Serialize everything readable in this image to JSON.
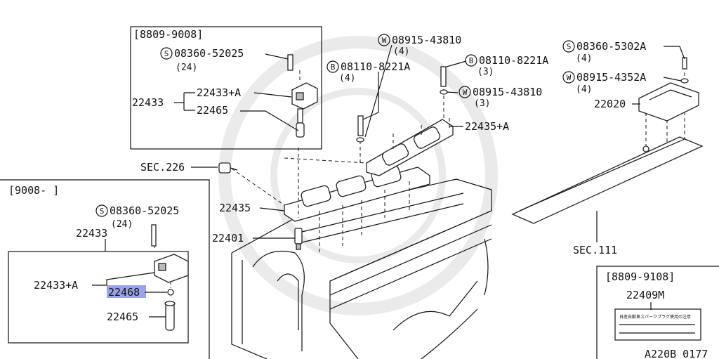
{
  "inset_top": {
    "range": "[8809-9008]",
    "bolt_code": "08360-52025",
    "bolt_qty": "(24)",
    "main_part": "22433",
    "coil": "22433+A",
    "boot": "22465",
    "prefix_s": "S"
  },
  "inset_left": {
    "range": "[9008-   ]",
    "bolt_code": "08360-52025",
    "bolt_qty": "(24)",
    "main_part": "22433",
    "coil": "22433+A",
    "oring": "22468",
    "boot": "22465",
    "prefix_s": "S"
  },
  "callouts": {
    "w_top": "08915-43810",
    "w_top_qty": "(4)",
    "b_left": "08110-8221A",
    "b_left_qty": "(4)",
    "b_right": "08110-8221A",
    "b_right_qty": "(3)",
    "w_right": "08915-43810",
    "w_right_qty": "(3)",
    "cover_a": "22435+A",
    "sec226": "SEC.226",
    "cover": "22435",
    "plug": "22401",
    "s_module": "08360-5302A",
    "s_module_qty": "(4)",
    "w_module": "08915-4352A",
    "w_module_qty": "(4)",
    "module": "22020",
    "sec111": "SEC.111",
    "prefix_w": "W",
    "prefix_b": "B",
    "prefix_s": "S"
  },
  "label_inset": {
    "range": "[8809-9108]",
    "part": "22409M",
    "label_text": "日産自動車スパークプラグ使用の注意"
  },
  "figure_code": "A220B 0177",
  "colors": {
    "highlight": "#9aa3e8",
    "line": "#111111"
  }
}
